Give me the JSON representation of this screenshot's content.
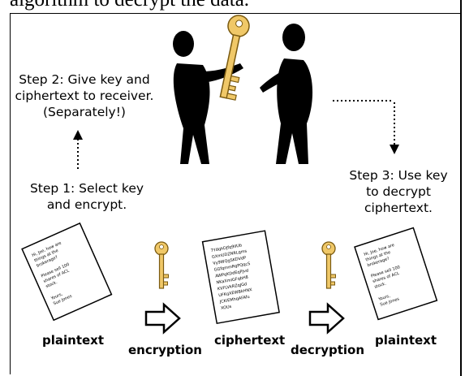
{
  "caption": "algorithm to decrypt the data.",
  "steps": {
    "step1": [
      "Step 1: Select key",
      "and encrypt."
    ],
    "step2": [
      "Step 2: Give key and",
      "ciphertext to receiver.",
      "(Separately!)"
    ],
    "step3": [
      "Step 3: Use key",
      "to decrypt",
      "ciphertext."
    ]
  },
  "labels": {
    "plaintext_left": "plaintext",
    "encryption": "encryption",
    "ciphertext": "ciphertext",
    "decryption": "decryption",
    "plaintext_right": "plaintext"
  },
  "documents": {
    "plaintext_letter": [
      "Hi, Joe, how are",
      "things at the",
      "brokerage?",
      "",
      "Please sell 100",
      "shares of ACL",
      "stock.",
      "",
      "Yours,",
      "Sue Jones"
    ],
    "cipher_lines": [
      "7YdqhDJfq9IIUb",
      "GXmUDZNRLgms",
      "Vy9WQgSKDVdP",
      "GGfqmmRgPQqcS",
      "AWPqKDdEqPJvd",
      "NKaXmIGFqbH8",
      "KVFLVkRZqJGd",
      "UFKqXEWBkHNX",
      "JCKiEMhqAFAfu",
      "XOUs"
    ]
  },
  "colors": {
    "key_fill": "#f0c868",
    "key_stroke": "#7a5a10",
    "figure": "#000000"
  },
  "icons": [
    "key-icon",
    "people-handing-key-illustration",
    "arrow-right-icon",
    "document-icon"
  ]
}
